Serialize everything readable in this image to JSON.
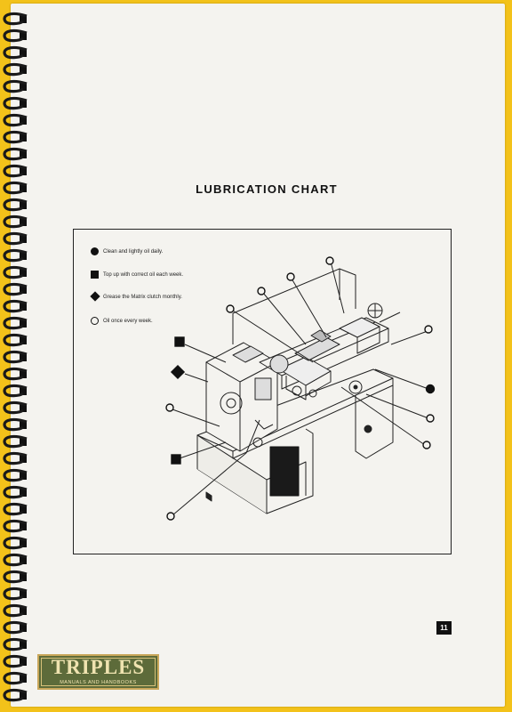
{
  "document": {
    "title": "LUBRICATION CHART",
    "page_number": "11"
  },
  "legend": {
    "items": [
      {
        "symbol": "filled-circle",
        "text": "Clean and lightly oil daily."
      },
      {
        "symbol": "filled-square",
        "text": "Top up with correct oil each week."
      },
      {
        "symbol": "filled-diamond",
        "text": "Grease the Matrix clutch monthly."
      },
      {
        "symbol": "open-circle",
        "text": "Oil once every week."
      }
    ]
  },
  "logo": {
    "name": "TRIPLES",
    "tagline": "MANUALS AND HANDBOOKS"
  }
}
